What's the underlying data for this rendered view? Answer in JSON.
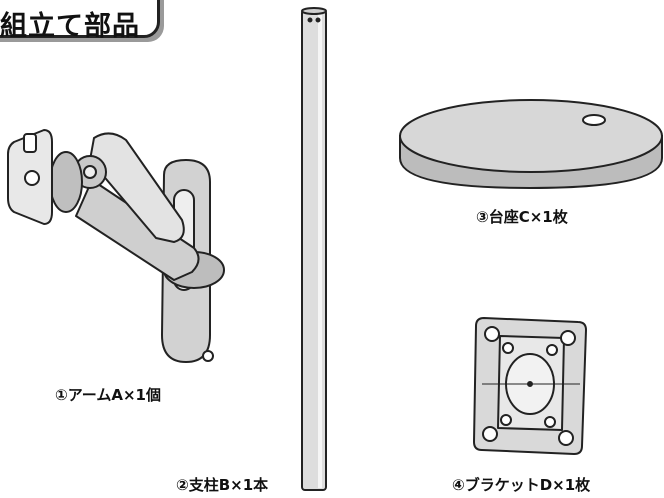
{
  "header": {
    "title": "組立て部品"
  },
  "parts": [
    {
      "label": "①アームA×1個",
      "icon": "monitor-arm-icon"
    },
    {
      "label": "②支柱B×1本",
      "icon": "support-pole-icon"
    },
    {
      "label": "③台座C×1枚",
      "icon": "round-base-icon"
    },
    {
      "label": "④ブラケットD×1枚",
      "icon": "vesa-bracket-icon"
    }
  ]
}
